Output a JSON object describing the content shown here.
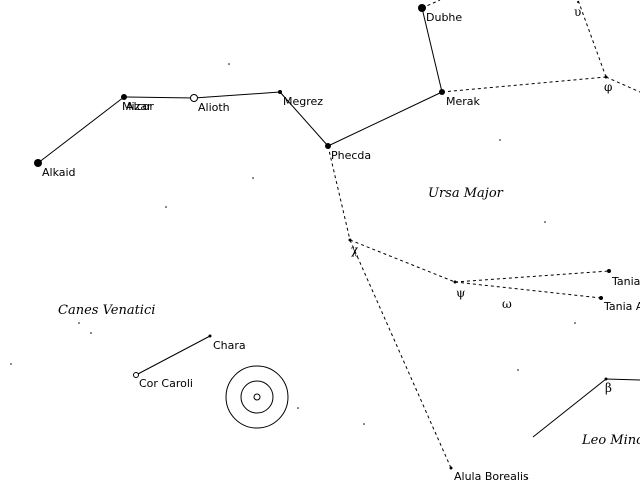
{
  "constellations": [
    {
      "id": "uma",
      "name": "Ursa Major"
    },
    {
      "id": "cvn",
      "name": "Canes Venatici"
    },
    {
      "id": "lmi",
      "name": "Leo Minor"
    }
  ],
  "star_labels": {
    "dubhe": "Dubhe",
    "merak": "Merak",
    "phecda": "Phecda",
    "megrez": "Megrez",
    "alioth": "Alioth",
    "mizar": "Mizar",
    "alcor": "Alcor",
    "alkaid": "Alkaid",
    "chara": "Chara",
    "cor_caroli": "Cor Caroli",
    "tania_borealis": "Tania",
    "tania_australis": "Tania A",
    "alula_borealis": "Alula Borealis"
  },
  "greek_labels": {
    "upsilon": "υ",
    "chi": "χ",
    "psi": "ψ",
    "omega": "ω",
    "phi": "φ",
    "beta": "β"
  },
  "colors": {
    "background": "#ffffff",
    "ink": "#000000"
  },
  "cursor": {
    "type": "crosshair-target"
  }
}
